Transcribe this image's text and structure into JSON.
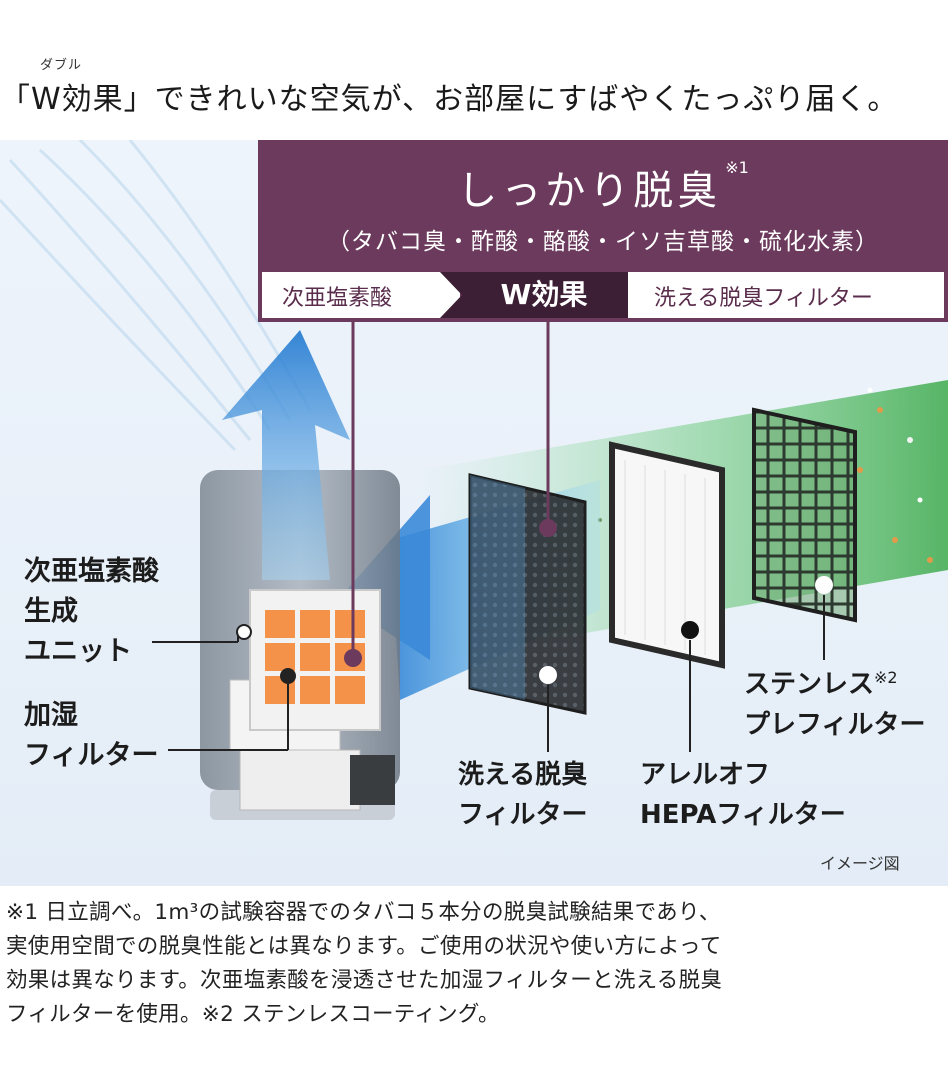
{
  "headline": {
    "ruby": "ダブル",
    "text": "「W効果」できれいな空気が、お部屋にすばやくたっぷり届く。"
  },
  "banner": {
    "title": "しっかり脱臭",
    "title_note": "※1",
    "subtitle": "（タバコ臭・酢酸・酪酸・イソ吉草酸・硫化水素）",
    "left_label": "次亜塩素酸",
    "center_label": "W効果",
    "right_label": "洗える脱臭フィルター"
  },
  "labels": {
    "unit": [
      "次亜塩素酸",
      "生成",
      "ユニット"
    ],
    "humidifier": [
      "加湿",
      "フィルター"
    ],
    "deodorizing": [
      "洗える脱臭",
      "フィルター"
    ],
    "hepa": [
      "アレルオフ",
      "HEPAフィルター"
    ],
    "prefilter": [
      "ステンレス",
      "プレフィルター"
    ],
    "prefilter_note": "※2"
  },
  "image_note": "イメージ図",
  "footnote": [
    "※1 日立調べ。1m³の試験容器でのタバコ５本分の脱臭試験結果であり、",
    "実使用空間での脱臭性能とは異なります。ご使用の状況や使い方によって",
    "効果は異なります。次亜塩素酸を浸透させた加湿フィルターと洗える脱臭",
    "フィルターを使用。※2 ステンレスコーティング。"
  ],
  "colors": {
    "banner": "#6b3a5c",
    "banner_dark": "#3d1f35",
    "air_blue": "#2f86d6",
    "green_flow": "#5cbf6c",
    "orange_filter": "#f5924a"
  }
}
